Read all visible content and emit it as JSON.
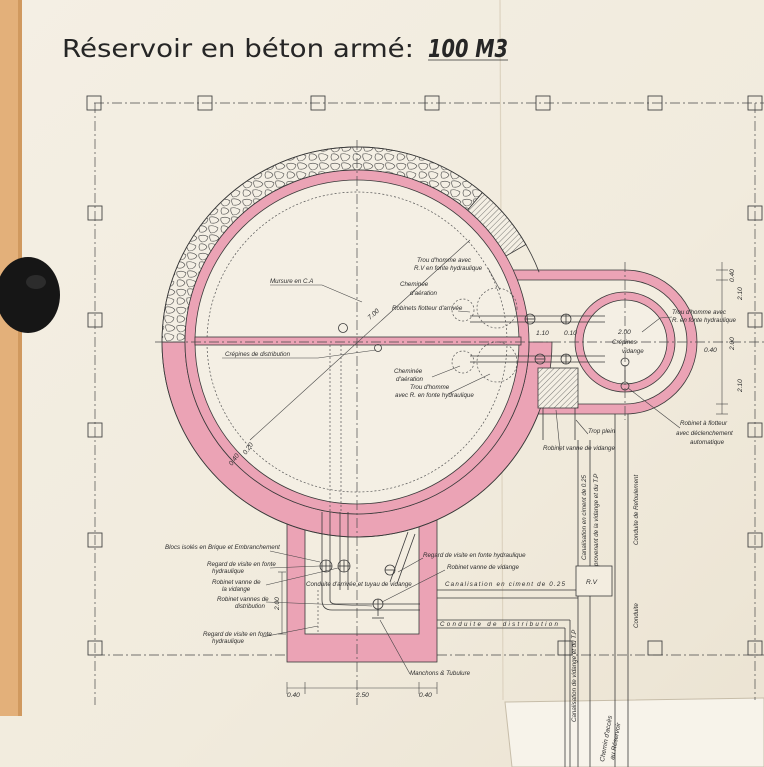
{
  "title": {
    "text": "Réservoir en béton armé:",
    "capacity": "100 M3"
  },
  "reservoir": {
    "wall_label": "Mursure en C.A",
    "diameter": "7.00",
    "manhole_top": [
      "Trou d'homme avec",
      "R.V en fonte hydraulique"
    ],
    "vent_top": [
      "Cheminée",
      "d'aération"
    ],
    "inlet_valve": "Robinets flotteur d'arrivée",
    "strainers": "Crépines de distribution",
    "vent_bottom": [
      "Cheminée",
      "d'aération"
    ],
    "manhole_bottom": [
      "Trou d'homme",
      "avec R. en fonte hydraulique"
    ],
    "wall_thickness": [
      "0.40",
      "0.20"
    ]
  },
  "valve_chamber": {
    "diameter": "2.00",
    "strainers": "Crépines",
    "drain": "vidange",
    "manhole": [
      "Trou d'homme avec",
      "R. en fonte hydraulique"
    ],
    "dims_pipes": [
      "1.10",
      "0.10",
      "0.40"
    ],
    "dims_vertical": [
      "0.40",
      "2.10",
      "2.00",
      "2.10"
    ],
    "overflow": "Trop plein",
    "drain_valve": "Robinet vanne de vidange",
    "float_valve": [
      "Robinet à flotteur",
      "avec déclenchement",
      "automatique"
    ]
  },
  "pipes": {
    "cement_pipe": "Canalisation en ciment de 0.25",
    "cement_pipe_from": "provenant de la vidange et du T.P",
    "delivery_main": "Conduite de Refoulement",
    "rv_box": "R.V",
    "conduit": "Conduite",
    "drain_line": "Canalisation de vidange et du T.P",
    "access_path": [
      "Chemin d'accès",
      "au Réservoir"
    ]
  },
  "outlet_box": {
    "inspection_right": "Regard de visite en fonte hydraulique",
    "drain_valve_right": "Robinet vanne de vidange",
    "cement_pipe": "Canalisation en ciment de 0.25",
    "distribution": "Conduite de distribution",
    "inlet": "Conduite d'arrivée et tuyau de vidange",
    "blocks": "Blocs isolés en Brique et Embranchement",
    "inspection_left": [
      "Regard de visite en fonte",
      "hydraulique"
    ],
    "drain_valve_left": [
      "Robinet vanne de",
      "la vidange"
    ],
    "distribution_valves": [
      "Robinet vannes de",
      "distribution"
    ],
    "inspection_bottom": [
      "Regard de visite en fonte",
      "hydraulique"
    ],
    "height": "2.00",
    "sleeves": "Manchons & Tubulure",
    "widths": [
      "0.40",
      "2.50",
      "0.40"
    ]
  },
  "colors": {
    "paper": "#f3ede0",
    "pink": "#eba3b5",
    "ink": "#3a3a3a",
    "tape": "#e3b07a",
    "clip": "#161616"
  }
}
